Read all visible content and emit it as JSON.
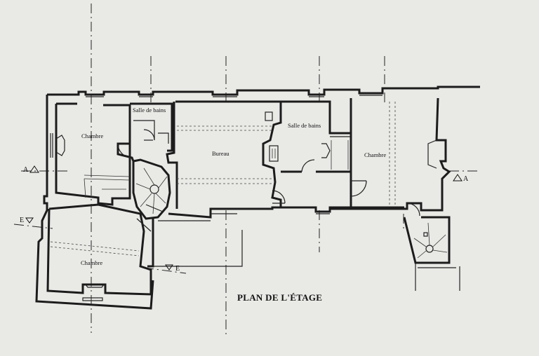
{
  "plan": {
    "title": "PLAN DE L'ÉTAGE",
    "rooms": {
      "chambre_nw": "Chambre",
      "salle_de_bains_1": "Salle de bains",
      "bureau": "Bureau",
      "salle_de_bains_2": "Salle de bains",
      "chambre_e": "Chambre",
      "chambre_sw": "Chambre"
    },
    "section_markers": {
      "a_left": "A",
      "a_right": "A",
      "e_left": "E",
      "e_right": "E"
    }
  }
}
